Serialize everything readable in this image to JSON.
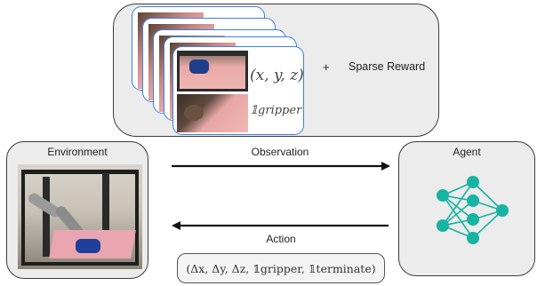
{
  "observation_panel": {
    "position_vector": "(x, y, z)",
    "gripper_indicator": "𝟙gripper",
    "plus_sign": "+",
    "sparse_reward_label": "Sparse Reward"
  },
  "environment_panel": {
    "title": "Environment"
  },
  "agent_panel": {
    "title": "Agent"
  },
  "arrows": {
    "observation_label": "Observation",
    "action_label": "Action"
  },
  "action_vector": "(Δx, Δy, Δz, 𝟙gripper, 𝟙terminate)"
}
